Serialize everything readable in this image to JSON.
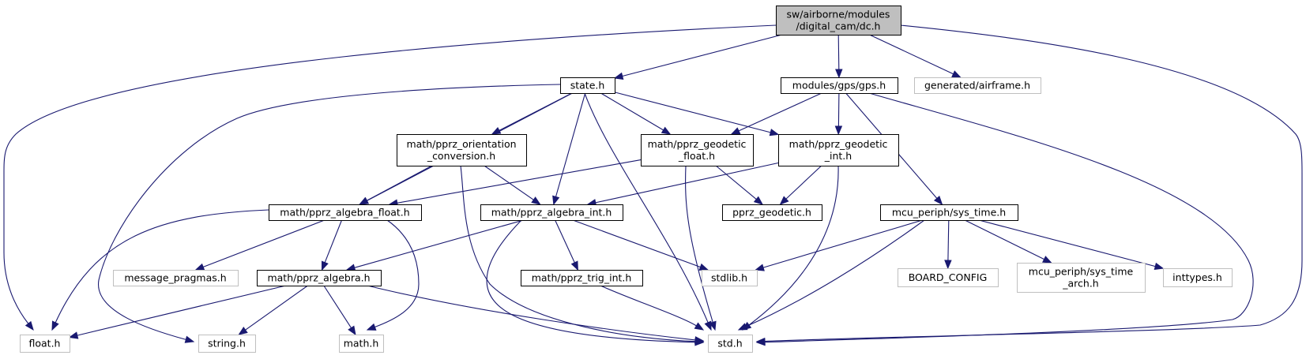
{
  "diagram": {
    "type": "include-dependency-graph",
    "edge_color": "#191970",
    "nodes": [
      {
        "id": "dc",
        "lines": [
          "sw/airborne/modules",
          "/digital_cam/dc.h"
        ],
        "kind": "root"
      },
      {
        "id": "state",
        "lines": [
          "state.h"
        ],
        "kind": "local"
      },
      {
        "id": "gps",
        "lines": [
          "modules/gps/gps.h"
        ],
        "kind": "local"
      },
      {
        "id": "airframe",
        "lines": [
          "generated/airframe.h"
        ],
        "kind": "external"
      },
      {
        "id": "orient",
        "lines": [
          "math/pprz_orientation",
          "_conversion.h"
        ],
        "kind": "local"
      },
      {
        "id": "geof",
        "lines": [
          "math/pprz_geodetic",
          "_float.h"
        ],
        "kind": "local"
      },
      {
        "id": "geoi",
        "lines": [
          "math/pprz_geodetic",
          "_int.h"
        ],
        "kind": "local"
      },
      {
        "id": "algf",
        "lines": [
          "math/pprz_algebra_float.h"
        ],
        "kind": "local"
      },
      {
        "id": "algi",
        "lines": [
          "math/pprz_algebra_int.h"
        ],
        "kind": "local"
      },
      {
        "id": "pgeo",
        "lines": [
          "pprz_geodetic.h"
        ],
        "kind": "local"
      },
      {
        "id": "systime",
        "lines": [
          "mcu_periph/sys_time.h"
        ],
        "kind": "local"
      },
      {
        "id": "msgp",
        "lines": [
          "message_pragmas.h"
        ],
        "kind": "external"
      },
      {
        "id": "alg",
        "lines": [
          "math/pprz_algebra.h"
        ],
        "kind": "local"
      },
      {
        "id": "trig",
        "lines": [
          "math/pprz_trig_int.h"
        ],
        "kind": "local"
      },
      {
        "id": "stdlib",
        "lines": [
          "stdlib.h"
        ],
        "kind": "external"
      },
      {
        "id": "board",
        "lines": [
          "BOARD_CONFIG"
        ],
        "kind": "external"
      },
      {
        "id": "starch",
        "lines": [
          "mcu_periph/sys_time",
          "_arch.h"
        ],
        "kind": "external"
      },
      {
        "id": "inttypes",
        "lines": [
          "inttypes.h"
        ],
        "kind": "external"
      },
      {
        "id": "float",
        "lines": [
          "float.h"
        ],
        "kind": "external"
      },
      {
        "id": "string",
        "lines": [
          "string.h"
        ],
        "kind": "external"
      },
      {
        "id": "math",
        "lines": [
          "math.h"
        ],
        "kind": "external"
      },
      {
        "id": "std",
        "lines": [
          "std.h"
        ],
        "kind": "external"
      }
    ],
    "edges": [
      [
        "dc",
        "state"
      ],
      [
        "dc",
        "gps"
      ],
      [
        "dc",
        "airframe"
      ],
      [
        "dc",
        "float"
      ],
      [
        "dc",
        "std"
      ],
      [
        "state",
        "orient"
      ],
      [
        "state",
        "geof"
      ],
      [
        "state",
        "geoi"
      ],
      [
        "state",
        "algf"
      ],
      [
        "state",
        "algi"
      ],
      [
        "state",
        "std"
      ],
      [
        "state",
        "string"
      ],
      [
        "gps",
        "geof"
      ],
      [
        "gps",
        "geoi"
      ],
      [
        "gps",
        "systime"
      ],
      [
        "gps",
        "std"
      ],
      [
        "orient",
        "algf"
      ],
      [
        "orient",
        "algi"
      ],
      [
        "orient",
        "std"
      ],
      [
        "geof",
        "algf"
      ],
      [
        "geof",
        "pgeo"
      ],
      [
        "geof",
        "std"
      ],
      [
        "geoi",
        "algi"
      ],
      [
        "geoi",
        "pgeo"
      ],
      [
        "geoi",
        "std"
      ],
      [
        "algf",
        "msgp"
      ],
      [
        "algf",
        "alg"
      ],
      [
        "algf",
        "float"
      ],
      [
        "algf",
        "math"
      ],
      [
        "algi",
        "alg"
      ],
      [
        "algi",
        "trig"
      ],
      [
        "algi",
        "stdlib"
      ],
      [
        "algi",
        "std"
      ],
      [
        "systime",
        "stdlib"
      ],
      [
        "systime",
        "board"
      ],
      [
        "systime",
        "starch"
      ],
      [
        "systime",
        "inttypes"
      ],
      [
        "systime",
        "std"
      ],
      [
        "alg",
        "float"
      ],
      [
        "alg",
        "string"
      ],
      [
        "alg",
        "math"
      ],
      [
        "alg",
        "std"
      ],
      [
        "trig",
        "std"
      ]
    ]
  }
}
